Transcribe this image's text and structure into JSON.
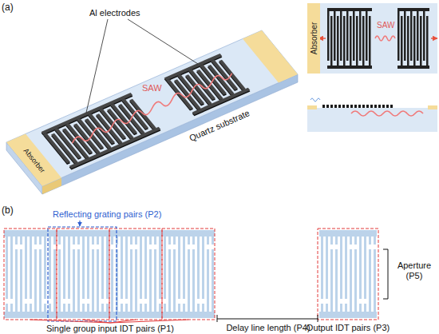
{
  "diagram": {
    "nodes": [
      {
        "text": [
          "Absorber"
        ]
      },
      {
        "text": [
          "Absorber"
        ]
      }
    ],
    "labels": [
      "(a)",
      "Al electrodes",
      "SAW",
      "Quartz substrate",
      "SAW",
      "(b)",
      "Reflecting grating pairs (P2)",
      "Aperture (P5)",
      "Single group input IDT pairs (P1)",
      "Delay line length (P4)",
      "Output IDT pairs (P3)"
    ]
  }
}
